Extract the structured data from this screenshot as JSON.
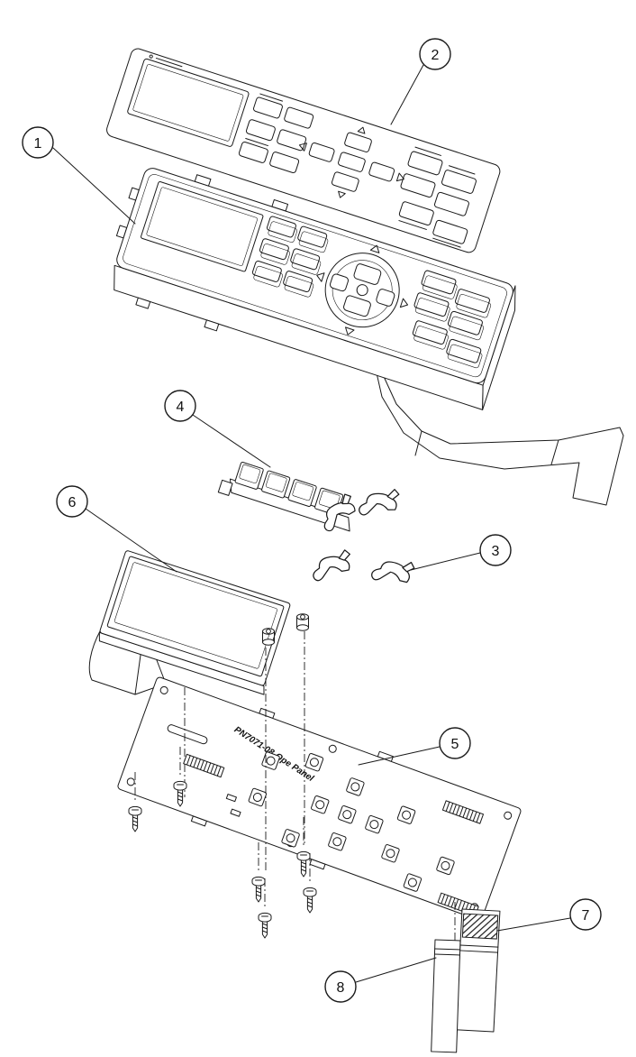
{
  "diagram": {
    "background": "#ffffff",
    "line_color": "#1a1a1a",
    "callouts": [
      {
        "number": "1"
      },
      {
        "number": "2"
      },
      {
        "number": "3"
      },
      {
        "number": "4"
      },
      {
        "number": "5"
      },
      {
        "number": "6"
      },
      {
        "number": "7"
      },
      {
        "number": "8"
      }
    ],
    "pcb": {
      "silkscreen_label": "PN7071-08-Ope Panel"
    }
  }
}
